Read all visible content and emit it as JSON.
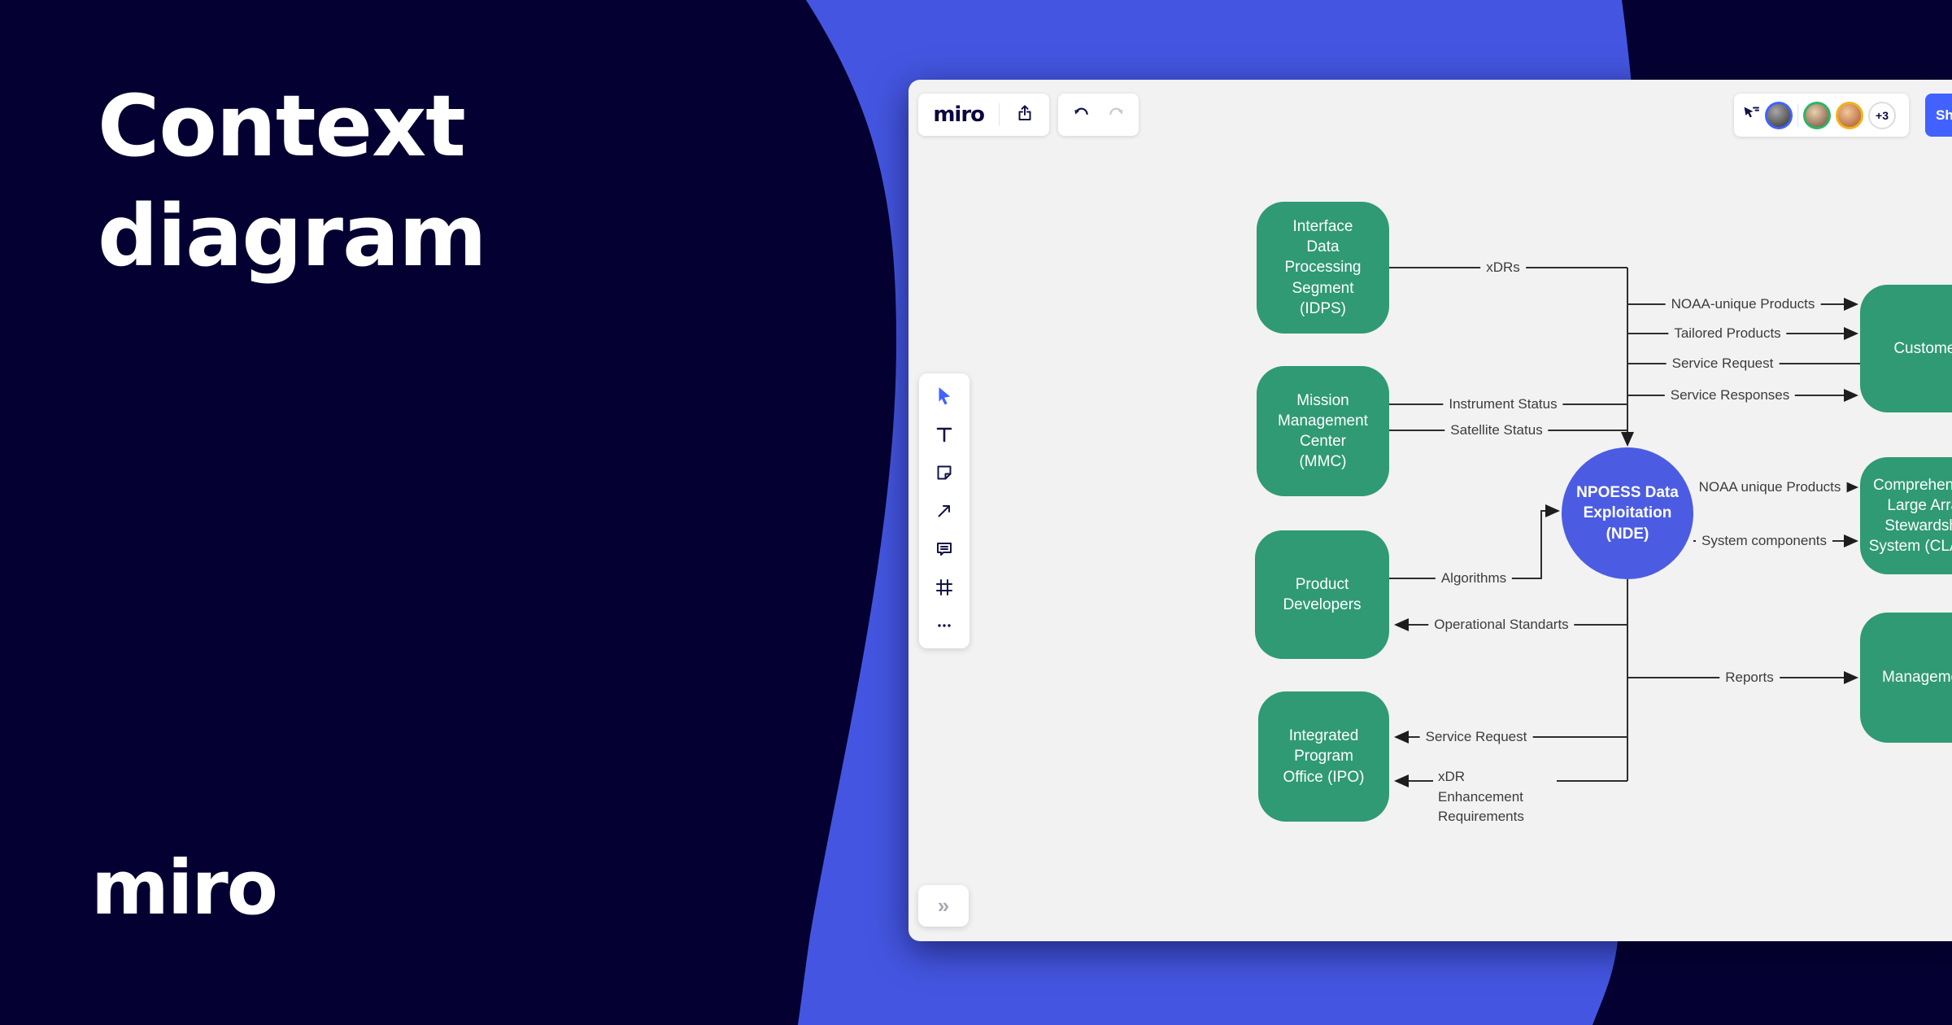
{
  "hero": {
    "title_lines": [
      "Context",
      "diagram"
    ],
    "brand": "miro"
  },
  "board": {
    "header": {
      "logo": "miro",
      "icons": [
        "export-icon",
        "undo-icon",
        "redo-icon",
        "cursors-icon"
      ],
      "collab_overflow_badge": "+3",
      "share_label": "Share"
    },
    "tools": [
      "select",
      "text",
      "sticky-note",
      "arrow",
      "comment",
      "frame",
      "more"
    ],
    "expand_button": "»"
  },
  "colors": {
    "background_navy": "#050032",
    "accent_blue_blob": "#4456e1",
    "node_green": "#2f9a74",
    "node_circle_blue": "#4b5ce3",
    "share_button_blue": "#4262ff",
    "canvas_gray": "#f2f2f2"
  },
  "diagram": {
    "nodes": [
      {
        "id": "idps",
        "shape": "rounded-rect",
        "color": "#2f9a74",
        "label": "Interface Data Processing Segment (IDPS)"
      },
      {
        "id": "mmc",
        "shape": "rounded-rect",
        "color": "#2f9a74",
        "label": "Mission Management Center (MMC)"
      },
      {
        "id": "product-developers",
        "shape": "rounded-rect",
        "color": "#2f9a74",
        "label": "Product Developers"
      },
      {
        "id": "ipo",
        "shape": "rounded-rect",
        "color": "#2f9a74",
        "label": "Integrated Program Office (IPO)"
      },
      {
        "id": "nde",
        "shape": "circle",
        "color": "#4b5ce3",
        "label": "NPOESS Data Exploitation (NDE)"
      },
      {
        "id": "customer",
        "shape": "rounded-rect",
        "color": "#2f9a74",
        "label": "Customer"
      },
      {
        "id": "class",
        "shape": "rounded-rect",
        "color": "#2f9a74",
        "label": "Comprehensive Large Array Stewardship System (CLASS)"
      },
      {
        "id": "management",
        "shape": "rounded-rect",
        "color": "#2f9a74",
        "label": "Management"
      }
    ],
    "edge_labels": [
      "xDRs",
      "NOAA-unique Products",
      "Tailored Products",
      "Service Request",
      "Service Responses",
      "Instrument Status",
      "Satellite Status",
      "NOAA unique Products",
      "System components",
      "Algorithms",
      "Operational Standarts",
      "Reports",
      "Service Request",
      "xDR Enhancement Requirements"
    ]
  }
}
